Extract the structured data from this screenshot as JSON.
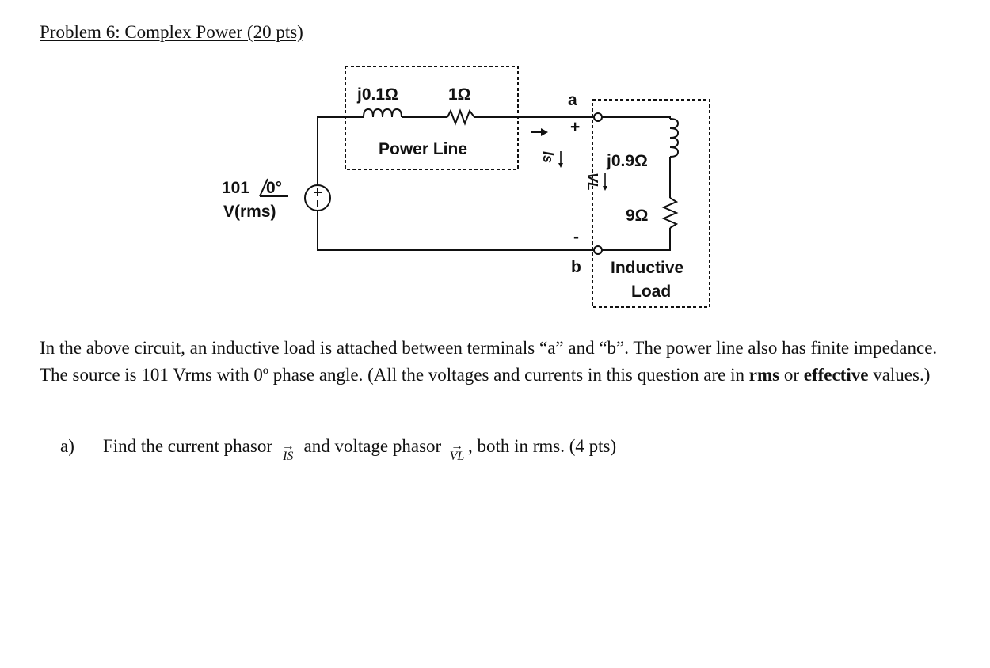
{
  "title": "Problem 6: Complex Power (20 pts)",
  "circuit": {
    "line_inductor": "j0.1Ω",
    "line_resistor": "1Ω",
    "power_line_label": "Power Line",
    "node_a": "a",
    "node_b": "b",
    "plus": "+",
    "minus": "-",
    "current_label": "Is",
    "voltage_label": "VL",
    "source_magnitude": "101",
    "source_angle": "0°",
    "source_unit": "V(rms)",
    "load_inductor": "j0.9Ω",
    "load_resistor": "9Ω",
    "load_label_1": "Inductive",
    "load_label_2": "Load"
  },
  "paragraph": {
    "part1": "In the above circuit, an inductive load is attached between terminals “a” and “b”. The power line also has finite impedance. The source is 101 Vrms with 0º phase angle. (All the voltages and currents in this question are in ",
    "bold1": "rms",
    "part2": " or ",
    "bold2": "effective",
    "part3": " values.)"
  },
  "question_a": {
    "label": "a)",
    "text1": "Find the current phasor ",
    "sym1": "IS",
    "text2": " and voltage phasor ",
    "sym2": "VL",
    "text3": ", both in rms. (4 pts)"
  }
}
